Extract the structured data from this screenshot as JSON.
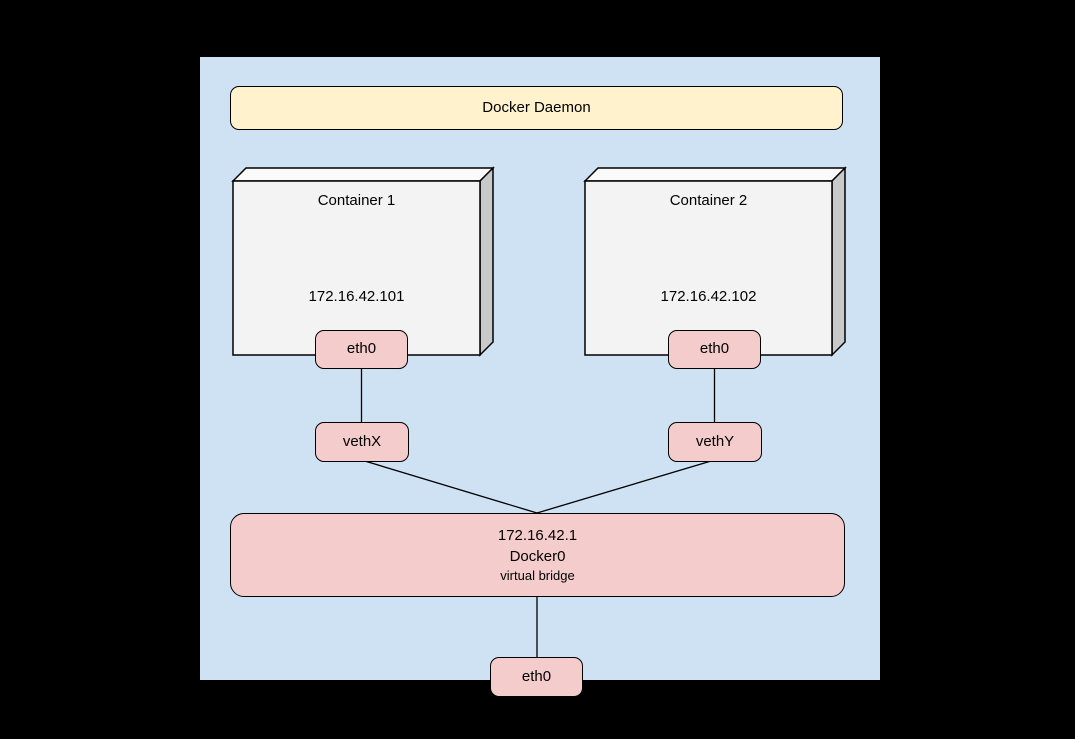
{
  "colors": {
    "page-bg": "#000000",
    "host-bg": "#cfe2f3",
    "daemon-bg": "#fff2cc",
    "port-bg": "#f4cccc",
    "cube-front": "#f3f3f3",
    "cube-top": "#fafafa",
    "cube-side": "#c9c9c9",
    "stroke": "#000000",
    "text": "#000000"
  },
  "diagram": {
    "daemon": {
      "label": "Docker Daemon"
    },
    "containers": [
      {
        "title": "Container 1",
        "ip": "172.16.42.101",
        "interface_label": "eth0",
        "veth_label": "vethX"
      },
      {
        "title": "Container 2",
        "ip": "172.16.42.102",
        "interface_label": "eth0",
        "veth_label": "vethY"
      }
    ],
    "bridge": {
      "ip": "172.16.42.1",
      "name": "Docker0",
      "subtitle": "virtual bridge"
    },
    "host": {
      "interface_label": "eth0"
    }
  }
}
